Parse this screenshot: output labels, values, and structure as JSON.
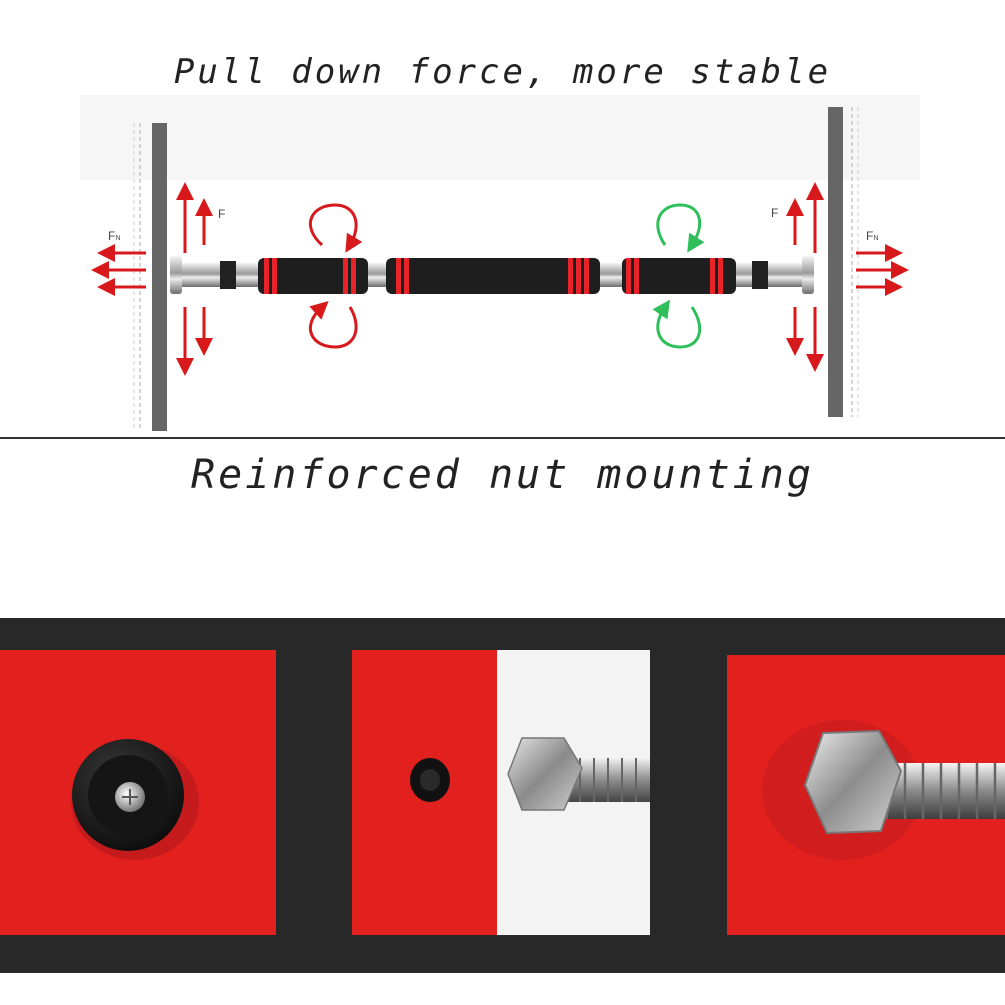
{
  "headings": {
    "top": "Pull down force, more stable",
    "middle": "Reinforced nut mounting"
  },
  "diagram": {
    "force_label": "F",
    "normal_force_label": "F",
    "normal_force_subscript": "N"
  },
  "colors": {
    "arrow_red": "#d7191c",
    "rotation_green": "#2fbf5a",
    "panel_red": "#e2211f",
    "band_dark": "#282828"
  },
  "icons": [
    "force-arrow-icon",
    "rotation-arrow-icon",
    "nut-icon",
    "bolt-icon"
  ]
}
